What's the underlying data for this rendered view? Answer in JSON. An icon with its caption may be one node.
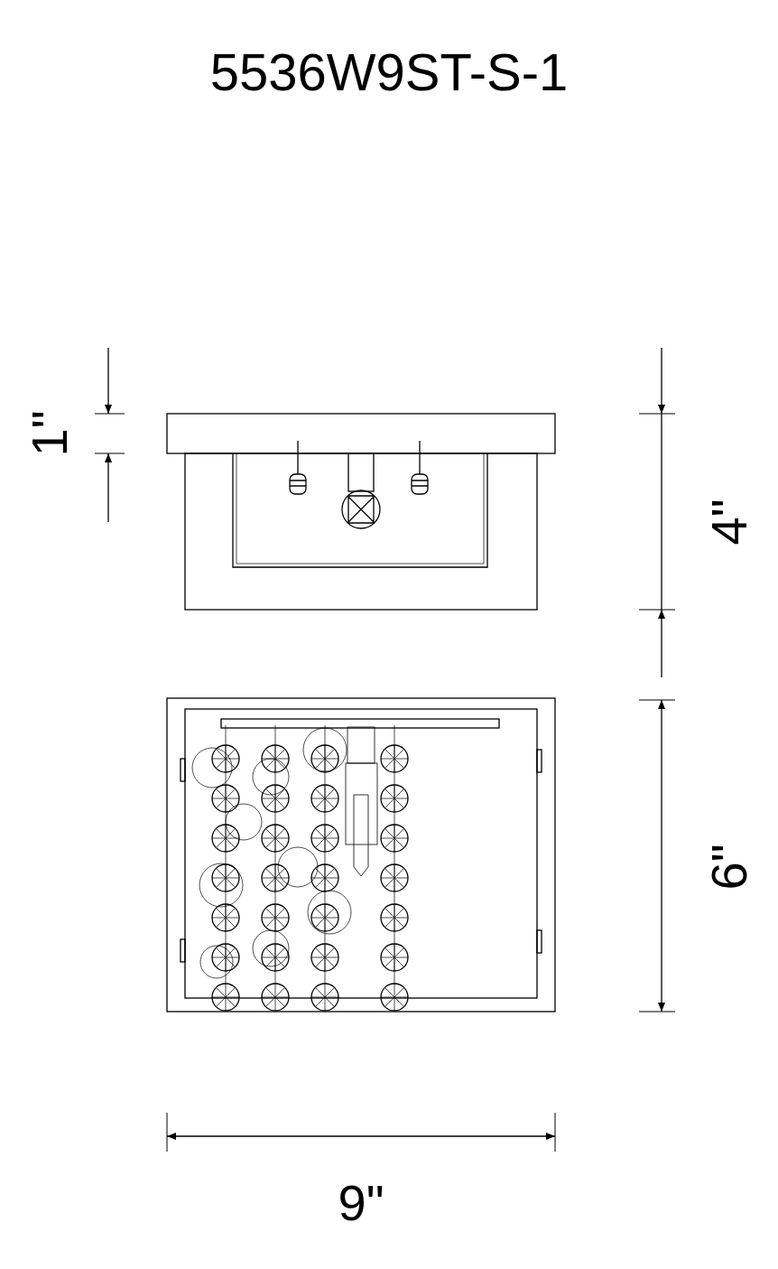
{
  "diagram": {
    "title": "5536W9ST-S-1",
    "labels": [
      "1\"",
      "4\"",
      "6\"",
      "9\""
    ]
  }
}
